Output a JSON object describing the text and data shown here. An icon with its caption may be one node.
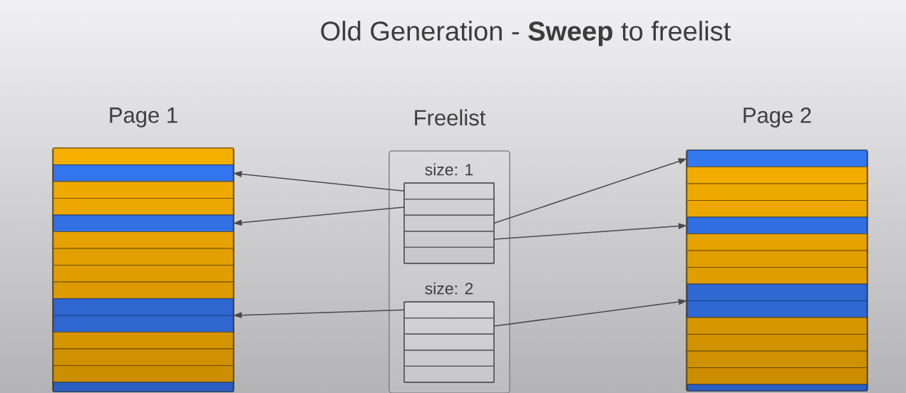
{
  "diagram": {
    "title": "Old Generation - **Sweep** to freelist",
    "nodes": [
      {
        "text": [
          "Page 1"
        ]
      },
      {
        "text": [],
        "shape": "bar",
        "in": 0
      },
      {
        "text": [],
        "shape": "bar",
        "in": 0
      },
      {
        "text": [],
        "shape": "bar",
        "in": 0
      },
      {
        "text": [],
        "shape": "bar",
        "in": 0
      },
      {
        "text": [],
        "shape": "bar",
        "in": 0
      },
      {
        "text": [],
        "shape": "bar",
        "in": 0
      },
      {
        "text": [],
        "shape": "bar",
        "in": 0
      },
      {
        "text": [],
        "shape": "bar",
        "in": 0
      },
      {
        "text": [],
        "shape": "bar",
        "in": 0
      },
      {
        "text": [],
        "shape": "bar",
        "in": 0
      },
      {
        "text": [],
        "shape": "bar",
        "in": 0
      },
      {
        "text": [],
        "shape": "bar",
        "in": 0
      },
      {
        "text": [],
        "shape": "bar",
        "in": 0
      },
      {
        "text": [],
        "shape": "bar",
        "in": 0
      },
      {
        "text": [
          "Freelist"
        ]
      },
      {
        "text": [
          "size: 1"
        ],
        "in": 15
      },
      {
        "text": [],
        "shape": "box",
        "in": 16
      },
      {
        "text": [],
        "shape": "box",
        "in": 16
      },
      {
        "text": [],
        "shape": "box",
        "in": 16
      },
      {
        "text": [],
        "shape": "box",
        "in": 16
      },
      {
        "text": [],
        "shape": "box",
        "in": 16
      },
      {
        "text": [
          "size: 2"
        ],
        "in": 15
      },
      {
        "text": [],
        "shape": "box",
        "in": 22
      },
      {
        "text": [],
        "shape": "box",
        "in": 22
      },
      {
        "text": [],
        "shape": "box",
        "in": 22
      },
      {
        "text": [],
        "shape": "box",
        "in": 22
      },
      {
        "text": [],
        "shape": "box",
        "in": 22
      },
      {
        "text": [
          "Page 2"
        ]
      },
      {
        "text": [],
        "shape": "bar",
        "in": 28
      },
      {
        "text": [],
        "shape": "bar",
        "in": 28
      },
      {
        "text": [],
        "shape": "bar",
        "in": 28
      },
      {
        "text": [],
        "shape": "bar",
        "in": 28
      },
      {
        "text": [],
        "shape": "bar",
        "in": 28
      },
      {
        "text": [],
        "shape": "bar",
        "in": 28
      },
      {
        "text": [],
        "shape": "bar",
        "in": 28
      },
      {
        "text": [],
        "shape": "bar",
        "in": 28
      },
      {
        "text": [],
        "shape": "bar",
        "in": 28
      },
      {
        "text": [],
        "shape": "bar",
        "in": 28
      },
      {
        "text": [],
        "shape": "bar",
        "in": 28
      },
      {
        "text": [],
        "shape": "bar",
        "in": 28
      },
      {
        "text": [],
        "shape": "bar",
        "in": 28
      },
      {
        "text": [],
        "shape": "bar",
        "in": 28
      }
    ],
    "edges": [
      {
        "from": 17,
        "to": 2,
        "arrow": "to"
      },
      {
        "from": 18,
        "to": 5,
        "arrow": "to"
      },
      {
        "from": 19,
        "to": 29,
        "arrow": "to"
      },
      {
        "from": 20,
        "to": 33,
        "arrow": "to"
      },
      {
        "from": 23,
        "to": 10,
        "arrow": "to"
      },
      {
        "from": 24,
        "to": 37,
        "arrow": "to"
      }
    ]
  }
}
